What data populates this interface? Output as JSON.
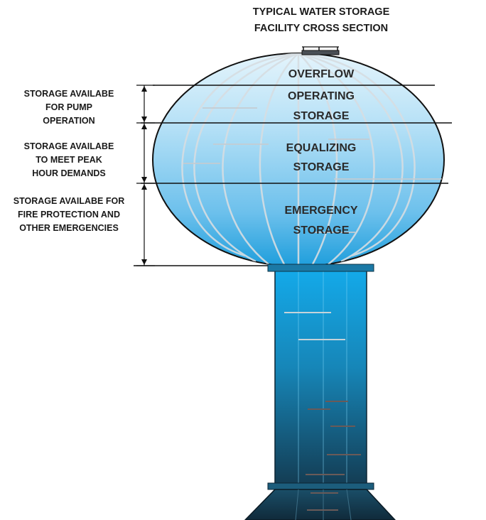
{
  "title": {
    "line1": "TYPICAL WATER STORAGE",
    "line2": "FACILITY CROSS SECTION"
  },
  "zones": {
    "overflow": [
      "OVERFLOW"
    ],
    "operating": [
      "OPERATING",
      "STORAGE"
    ],
    "equalizing": [
      "EQUALIZING",
      "STORAGE"
    ],
    "emergency": [
      "EMERGENCY",
      "STORAGE"
    ]
  },
  "side_labels": {
    "pump": [
      "STORAGE AVAILABE",
      "FOR PUMP",
      "OPERATION"
    ],
    "peak": [
      "STORAGE AVAILABE",
      "TO MEET PEAK",
      "HOUR DEMANDS"
    ],
    "fire": [
      "STORAGE AVAILABE FOR",
      "FIRE PROTECTION AND",
      "OTHER EMERGENCIES"
    ]
  },
  "colors": {
    "water_light": "#d8effa",
    "water_mid": "#8ccdf0",
    "water_deep": "#1aa0dc",
    "column_top": "#14a8e6",
    "column_bottom": "#123a52",
    "flange": "#1c6f96",
    "outline": "#111111"
  }
}
